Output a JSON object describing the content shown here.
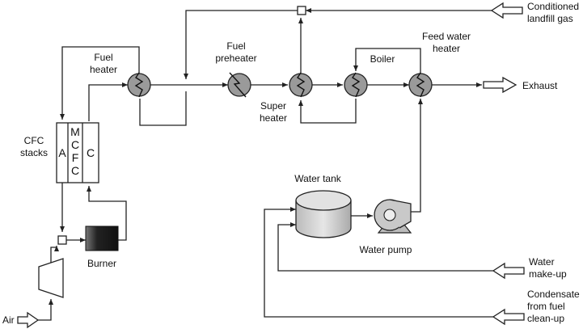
{
  "labels": {
    "conditioned_gas": [
      "Conditioned",
      "landfill gas"
    ],
    "fuel_heater": [
      "Fuel",
      "heater"
    ],
    "fuel_preheater": [
      "Fuel",
      "preheater"
    ],
    "super_heater": [
      "Super",
      "heater"
    ],
    "boiler": "Boiler",
    "feed_water_heater": [
      "Feed water",
      "heater"
    ],
    "exhaust": "Exhaust",
    "cfc_stacks": [
      "CFC",
      "stacks"
    ],
    "stack_anode": "A",
    "stack_mcfc": [
      "M",
      "C",
      "F",
      "C"
    ],
    "stack_cathode": "C",
    "water_tank": "Water tank",
    "water_pump": "Water pump",
    "burner": "Burner",
    "air": "Air",
    "water_makeup": [
      "Water",
      "make-up"
    ],
    "condensate": [
      "Condensate",
      "from fuel",
      "clean-up"
    ]
  },
  "colors": {
    "heat_exchanger_fill": "#9a9a9a",
    "tank_fill": "#d0d0d0",
    "burner_fill": "#111111",
    "line": "#222222"
  }
}
